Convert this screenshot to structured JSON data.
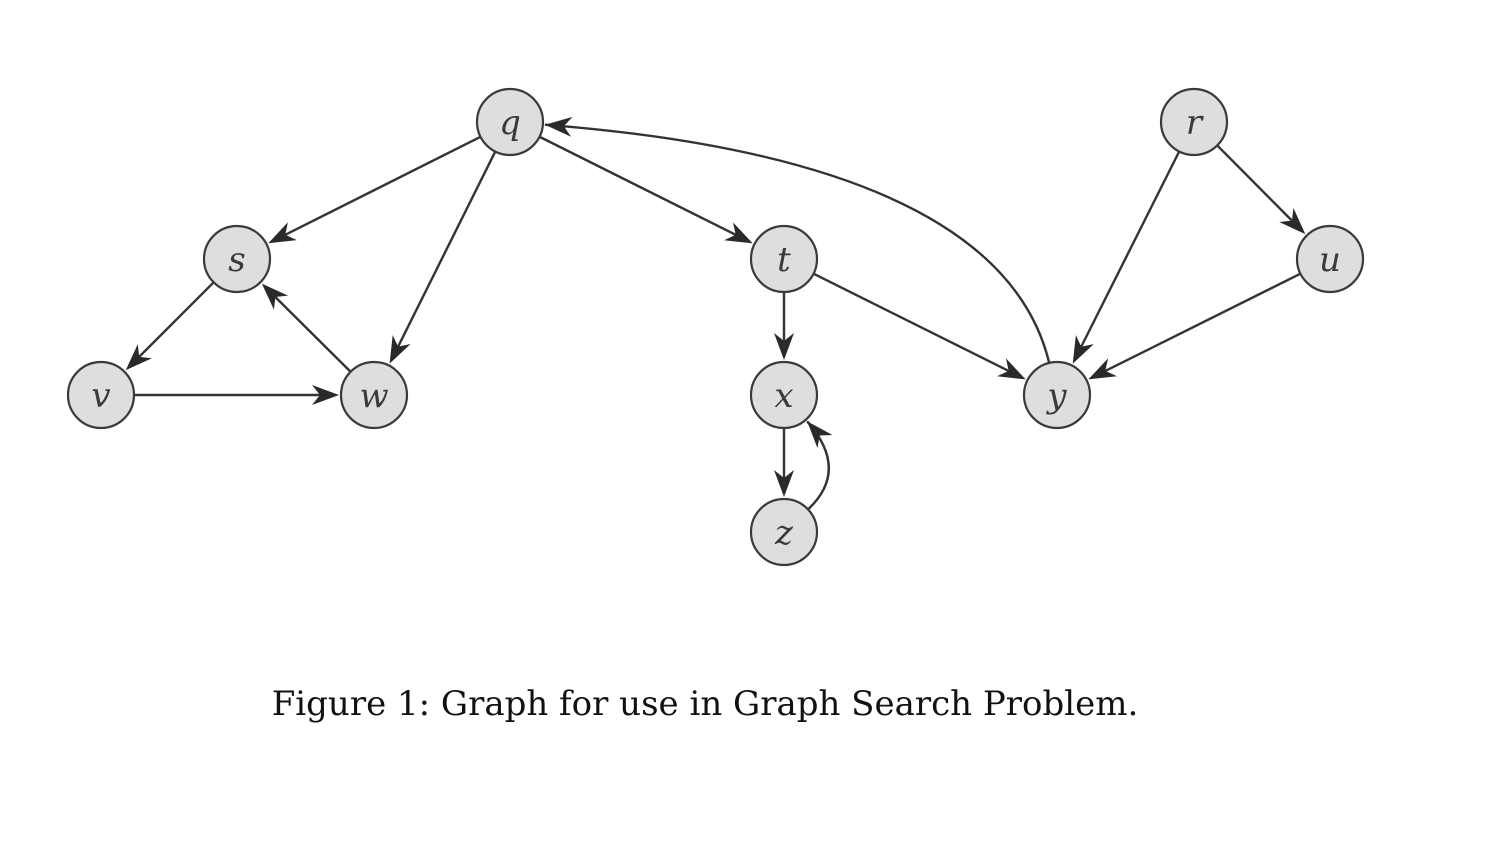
{
  "graph": {
    "nodes": [
      {
        "id": "q",
        "label": "q"
      },
      {
        "id": "r",
        "label": "r"
      },
      {
        "id": "s",
        "label": "s"
      },
      {
        "id": "t",
        "label": "t"
      },
      {
        "id": "u",
        "label": "u"
      },
      {
        "id": "v",
        "label": "v"
      },
      {
        "id": "w",
        "label": "w"
      },
      {
        "id": "x",
        "label": "x"
      },
      {
        "id": "y",
        "label": "y"
      },
      {
        "id": "z",
        "label": "z"
      }
    ],
    "edges": [
      {
        "from": "q",
        "to": "s"
      },
      {
        "from": "q",
        "to": "w"
      },
      {
        "from": "q",
        "to": "t"
      },
      {
        "from": "s",
        "to": "v"
      },
      {
        "from": "v",
        "to": "w"
      },
      {
        "from": "w",
        "to": "s"
      },
      {
        "from": "t",
        "to": "x"
      },
      {
        "from": "t",
        "to": "y"
      },
      {
        "from": "x",
        "to": "z"
      },
      {
        "from": "z",
        "to": "x"
      },
      {
        "from": "y",
        "to": "q"
      },
      {
        "from": "r",
        "to": "u"
      },
      {
        "from": "r",
        "to": "y"
      },
      {
        "from": "u",
        "to": "y"
      }
    ],
    "colors": {
      "node_fill": "#dedede",
      "node_stroke": "#3a3a3a",
      "edge": "#333333"
    }
  },
  "caption": {
    "text": "Figure 1: Graph for use in Graph Search Problem."
  }
}
